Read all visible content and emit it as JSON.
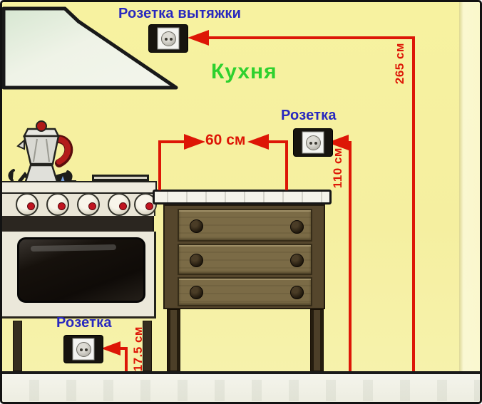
{
  "room": {
    "label": "Кухня"
  },
  "labels": {
    "hood_outlet": "Розетка вытяжки",
    "counter_outlet": "Розетка",
    "floor_outlet": "Розетка"
  },
  "dimensions": {
    "hood_line_height": "265 см",
    "counter_outlet_height": "110 см",
    "stove_to_outlet_distance": "60 см",
    "floor_outlet_height": "17.5 см"
  },
  "icons": {
    "outlet": "power-outlet-icon",
    "count_outlets": 3
  },
  "colors": {
    "wall": "#f6f0a1",
    "annotation_red": "#dd1606",
    "label_blue": "#2828bf",
    "room_green": "#2ed12e",
    "cabinet_wood": "#7b6b46",
    "outlet_frame": "#17140f"
  }
}
